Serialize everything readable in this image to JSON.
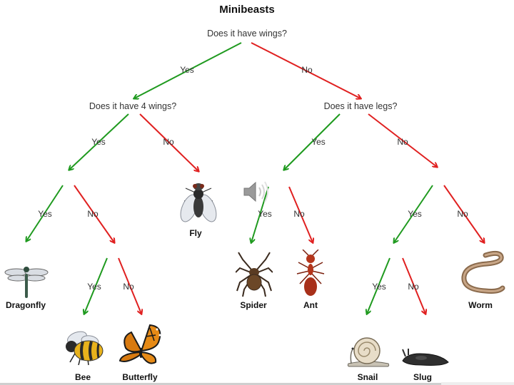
{
  "title": "Minibeasts",
  "questions": {
    "wings": "Does it have wings?",
    "four_wings": "Does it have 4 wings?",
    "legs": "Does it have legs?"
  },
  "branch_labels": {
    "yes": "Yes",
    "no": "No"
  },
  "animals": {
    "dragonfly": "Dragonfly",
    "bee": "Bee",
    "butterfly": "Butterfly",
    "fly": "Fly",
    "spider": "Spider",
    "ant": "Ant",
    "snail": "Snail",
    "slug": "Slug",
    "worm": "Worm"
  },
  "colors": {
    "yes_arrow": "#1f9a1f",
    "no_arrow": "#e02020"
  },
  "icons": [
    "speaker-icon"
  ]
}
